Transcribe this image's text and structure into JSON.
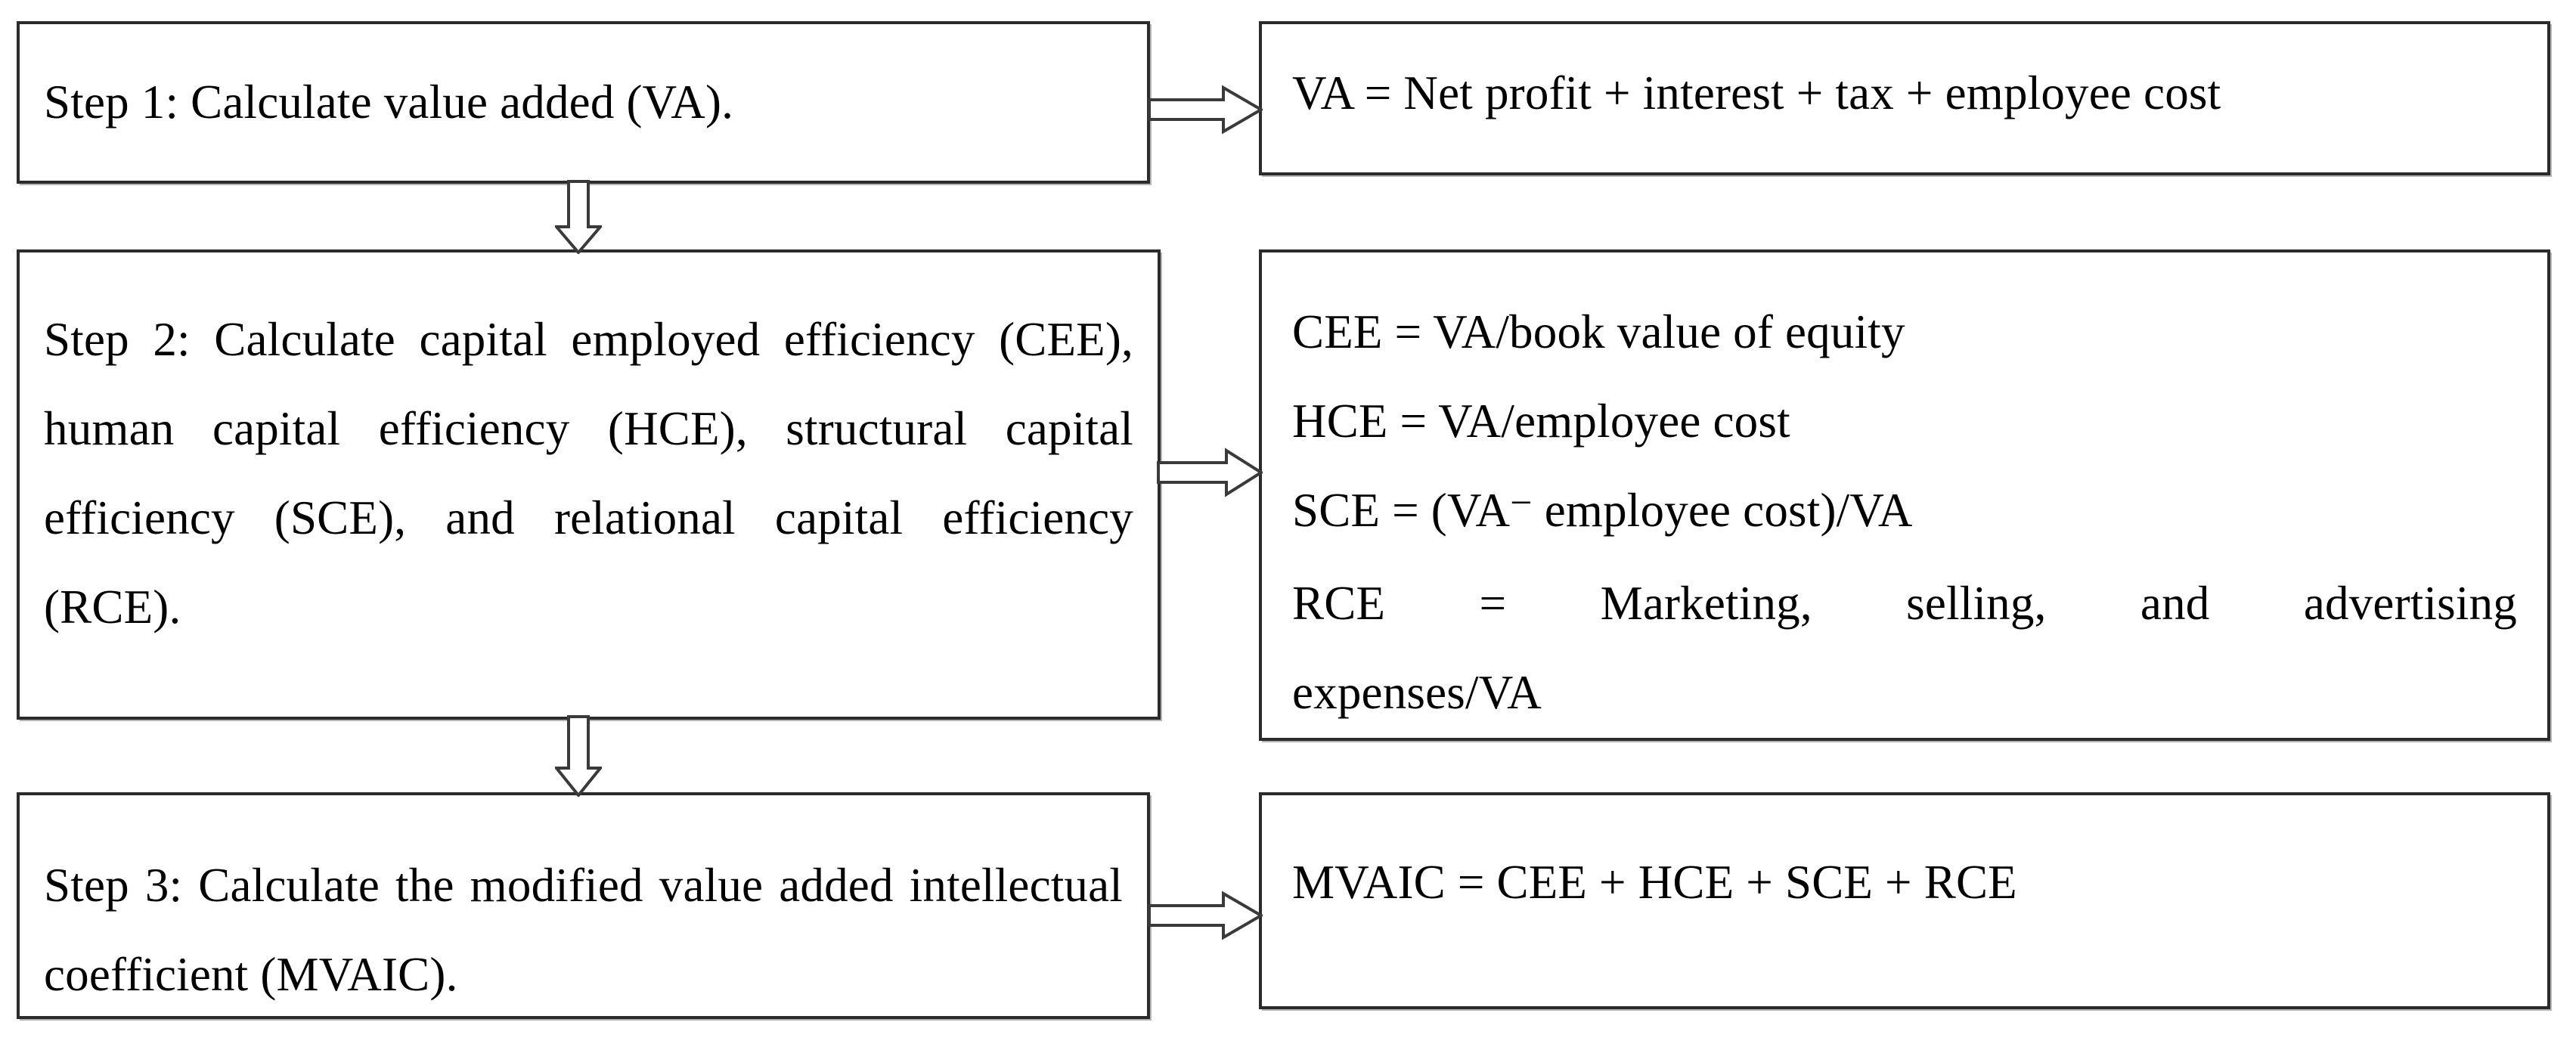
{
  "diagram": {
    "title": "MVAIC calculation steps flowchart",
    "orientation": "two-column, three rows, left describes step, right gives formula",
    "colors": {
      "border": "#2b2b2b",
      "background": "#ffffff",
      "text": "#000000",
      "arrow_outline": "#3a3a3a"
    }
  },
  "steps": [
    {
      "id": "step-1",
      "description": "Step 1: Calculate value added (VA).",
      "formula_lines": [
        "VA = Net profit + interest + tax + employee cost"
      ]
    },
    {
      "id": "step-2",
      "description": "Step 2: Calculate capital employed efficiency (CEE), human capital efficiency (HCE), structural capital efficiency (SCE), and relational capital efficiency (RCE).",
      "formula_lines": [
        "CEE = VA/book value of equity",
        "HCE = VA/employee cost",
        "SCE = (VA −  employee cost)/VA",
        "RCE = Marketing, selling, and advertising",
        "expenses/VA"
      ]
    },
    {
      "id": "step-3",
      "description": "Step 3: Calculate the modified value added intellectual coefficient (MVAIC).",
      "formula_lines": [
        "MVAIC = CEE + HCE + SCE + RCE"
      ]
    }
  ],
  "formula_parts": {
    "sce_prefix": "SCE = (VA",
    "sce_minus": "−",
    "sce_suffix": " employee cost)/VA",
    "rce_line1": "RCE = Marketing, selling, and advertising",
    "rce_line2": "expenses/VA"
  },
  "arrows": [
    {
      "id": "arrow-step1-to-formula1",
      "direction": "right",
      "type": "block-arrow-hollow"
    },
    {
      "id": "arrow-step2-to-formula2",
      "direction": "right",
      "type": "block-arrow-hollow"
    },
    {
      "id": "arrow-step3-to-formula3",
      "direction": "right",
      "type": "block-arrow-hollow"
    },
    {
      "id": "arrow-step1-to-step2",
      "direction": "down",
      "type": "block-arrow-hollow"
    },
    {
      "id": "arrow-step2-to-step3",
      "direction": "down",
      "type": "block-arrow-hollow"
    }
  ]
}
